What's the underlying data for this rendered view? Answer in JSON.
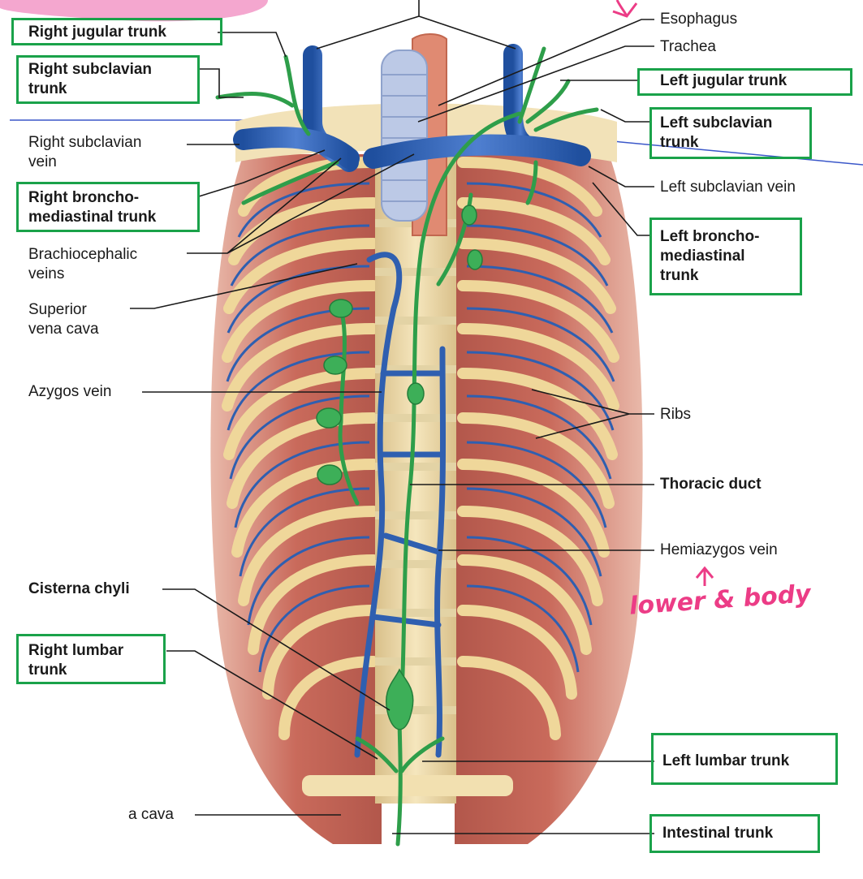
{
  "labels": {
    "right_jugular_trunk": "Right jugular trunk",
    "right_subclavian_trunk": "Right subclavian\ntrunk",
    "right_subclavian_vein": "Right subclavian\nvein",
    "right_bronchomediastinal_trunk": "Right broncho-\nmediastinal trunk",
    "brachiocephalic_veins": "Brachiocephalic\nveins",
    "superior_vena_cava": "Superior\nvena cava",
    "azygos_vein": "Azygos vein",
    "cisterna_chyli": "Cisterna chyli",
    "right_lumbar_trunk": "Right lumbar\ntrunk",
    "inferior_vena_cava_partial": "a cava",
    "esophagus": "Esophagus",
    "trachea": "Trachea",
    "left_jugular_trunk": "Left jugular trunk",
    "left_subclavian_trunk": "Left subclavian\ntrunk",
    "left_subclavian_vein": "Left subclavian vein",
    "left_bronchomediastinal_trunk": "Left broncho-\nmediastinal\ntrunk",
    "ribs": "Ribs",
    "thoracic_duct": "Thoracic duct",
    "hemiazygos_vein": "Hemiazygos vein",
    "left_lumbar_trunk": "Left lumbar trunk",
    "intestinal_trunk": "Intestinal trunk"
  },
  "annotations": {
    "handwritten_note": "lower & body"
  },
  "colors": {
    "highlight_box": "#1aa24a",
    "vein": "#2f5fb0",
    "lymph": "#2e9e4a",
    "muscle": "#c86a5c",
    "rib": "#efd79a",
    "handwriting": "#ec3c86"
  }
}
